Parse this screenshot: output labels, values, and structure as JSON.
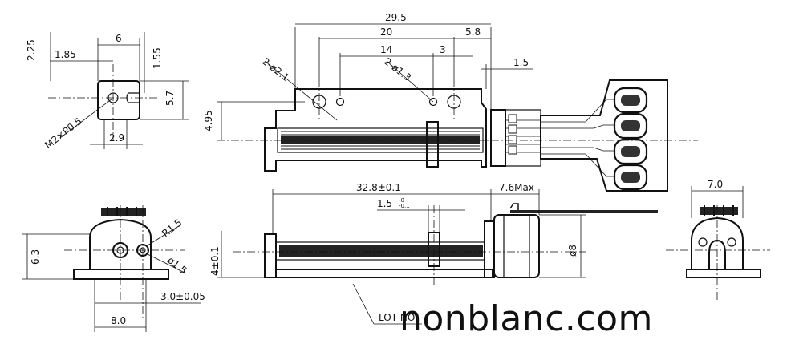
{
  "dimensions": {
    "top_total": "29.5",
    "top_hole_span": "20",
    "top_5_8": "5.8",
    "top_14": "14",
    "top_3": "3",
    "top_1_5": "1.5",
    "hole_big": "2-ø2.1",
    "hole_small": "2-ø1.3",
    "height_4_95": "4.95",
    "left_6": "6",
    "left_2_25": "2.25",
    "left_1_85": "1.85",
    "left_1_55": "1.55",
    "left_5_7": "5.7",
    "left_2_9": "2.9",
    "left_thread": "M2×P0.5",
    "front_length": "32.8±0.1",
    "front_7_6max": "7.6Max",
    "front_1_5tol": "1.5",
    "front_1_5tol_sup": "-0",
    "front_1_5tol_sub": "-0.1",
    "front_dia8": "ø8",
    "front_4": "4±0.1",
    "end_6_3": "6.3",
    "end_r1_5": "R1.5",
    "end_dia1_5": "ø1.5",
    "end_3_0": "3.0±0.05",
    "end_8_0": "8.0",
    "right_7_0": "7.0",
    "lot_label": "LOT NO"
  },
  "watermark": "nonblanc.com"
}
